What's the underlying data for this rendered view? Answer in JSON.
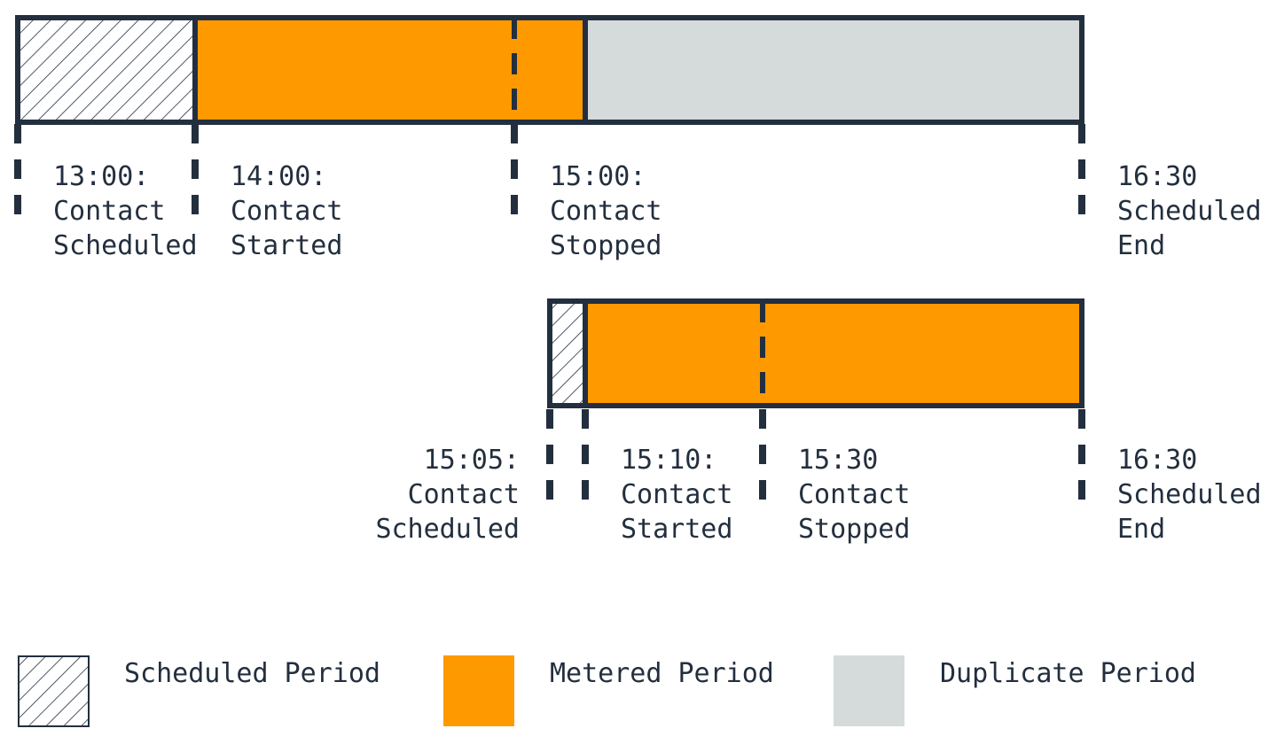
{
  "colors": {
    "ink": "#232f3e",
    "metered": "#ff9900",
    "duplicate": "#d5dbdb",
    "background": "#ffffff"
  },
  "timeline_top": {
    "events": [
      {
        "time": "13:00:",
        "line1": "Contact",
        "line2": "Scheduled"
      },
      {
        "time": "14:00:",
        "line1": "Contact",
        "line2": "Started"
      },
      {
        "time": "15:00:",
        "line1": "Contact",
        "line2": "Stopped"
      },
      {
        "time": "16:30",
        "line1": "Scheduled",
        "line2": "End"
      }
    ]
  },
  "timeline_bottom": {
    "events": [
      {
        "time": "15:05:",
        "line1": "Contact",
        "line2": "Scheduled"
      },
      {
        "time": "15:10:",
        "line1": "Contact",
        "line2": "Started"
      },
      {
        "time": "15:30",
        "line1": "Contact",
        "line2": "Stopped"
      },
      {
        "time": "16:30",
        "line1": "Scheduled",
        "line2": "End"
      }
    ]
  },
  "legend": {
    "scheduled": "Scheduled Period",
    "metered": "Metered Period",
    "duplicate": "Duplicate Period"
  }
}
